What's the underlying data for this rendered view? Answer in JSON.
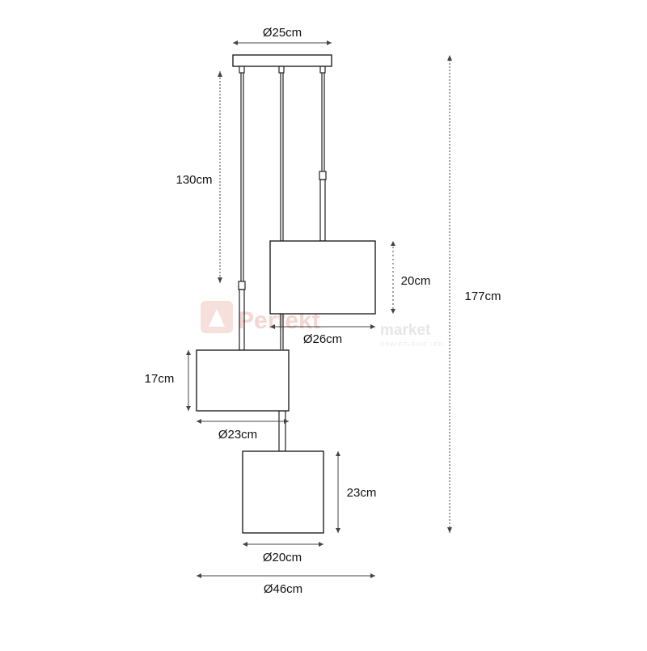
{
  "dimensions": {
    "canopy_diameter": "Ø25cm",
    "cable_length": "130cm",
    "total_height": "177cm",
    "shade_upper_height": "20cm",
    "shade_upper_diameter": "Ø26cm",
    "shade_middle_height": "17cm",
    "shade_middle_diameter": "Ø23cm",
    "shade_lower_height": "23cm",
    "shade_lower_diameter": "Ø20cm",
    "overall_diameter": "Ø46cm"
  },
  "watermark": {
    "brand": "Perfekt",
    "suffix": "market",
    "tagline": "OSWIETLENIE LED"
  },
  "colors": {
    "line": "#111111",
    "watermark_accent": "#f3d2cc"
  }
}
